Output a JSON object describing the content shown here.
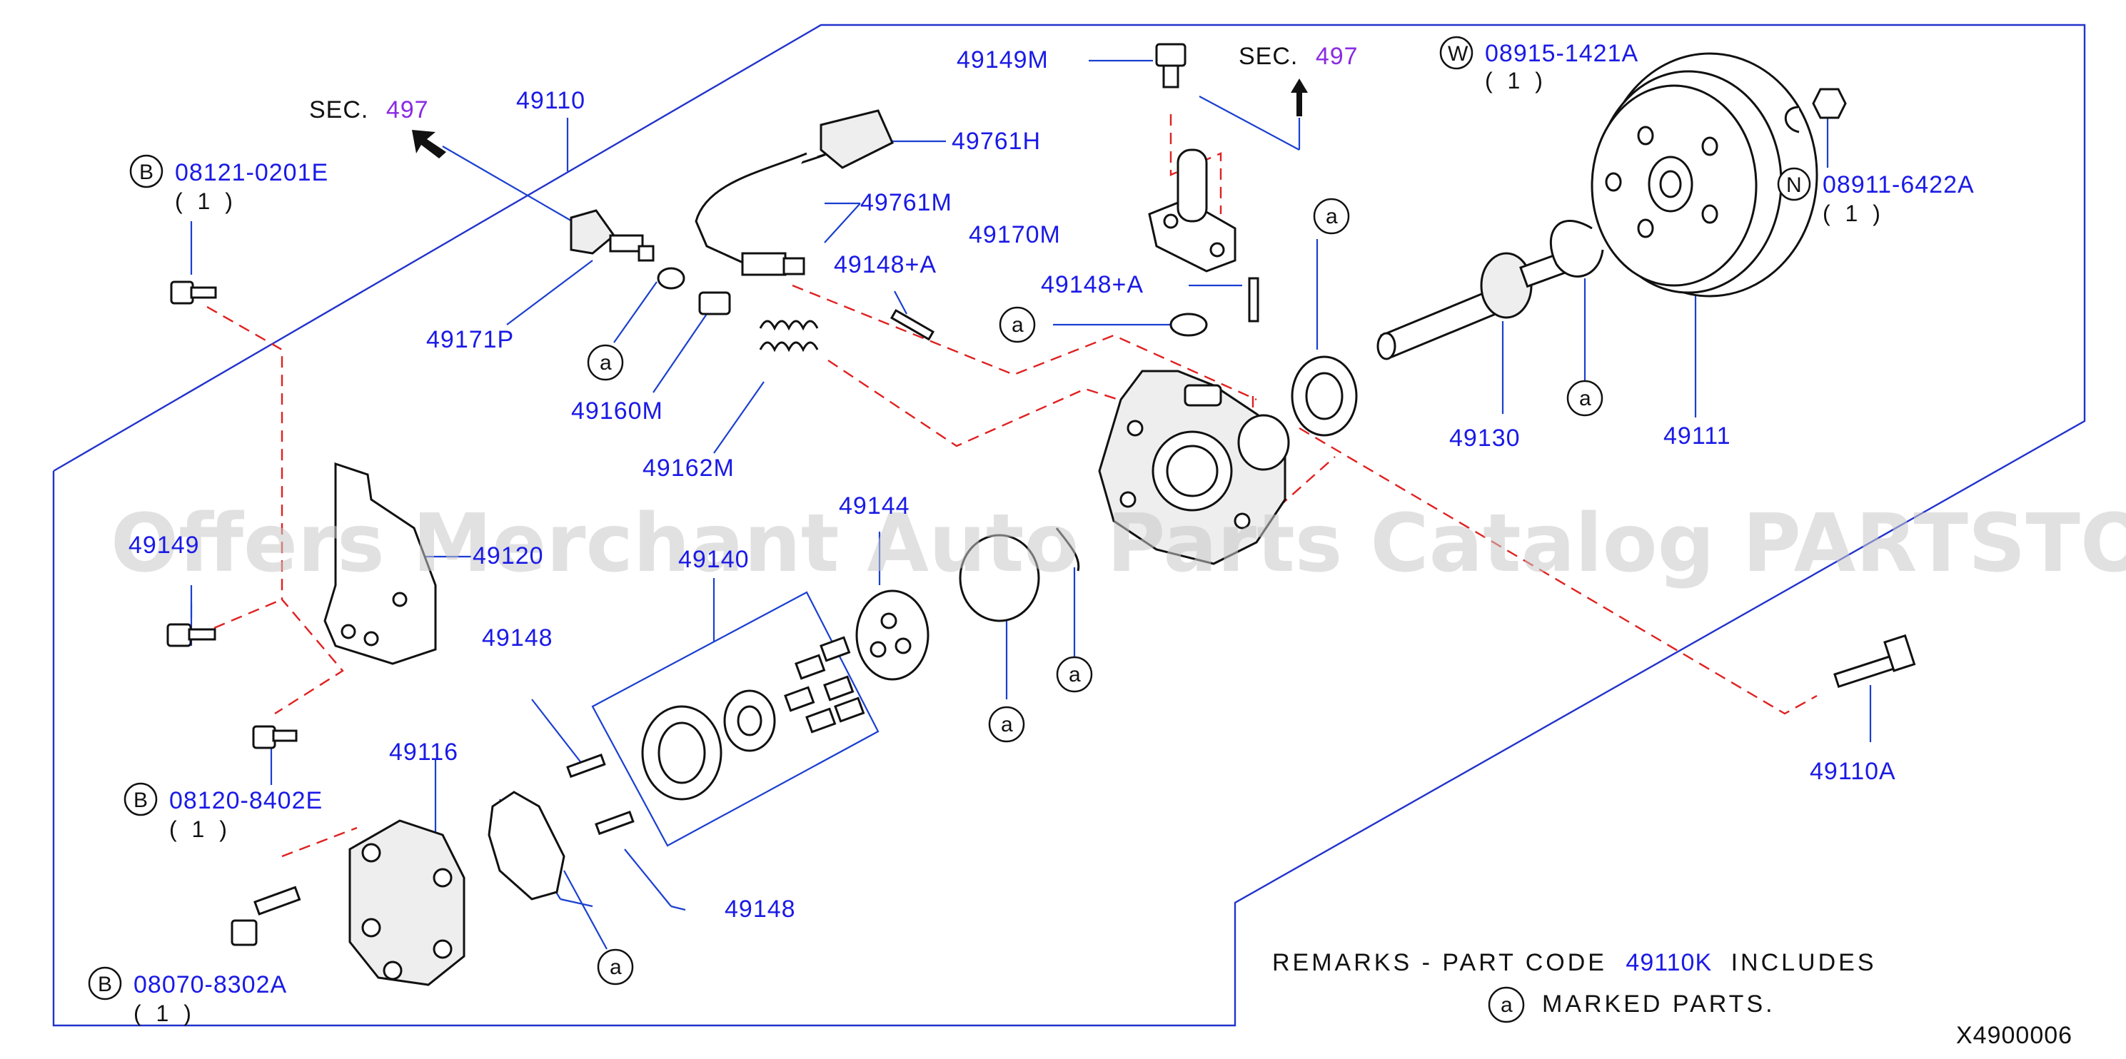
{
  "diagram_code": "X4900006",
  "watermark": "Offers Merchant Auto Parts Catalog PARTSTORE.SA",
  "sec_refs": [
    {
      "prefix": "SEC.",
      "number": "497"
    },
    {
      "prefix": "SEC.",
      "number": "497"
    }
  ],
  "parts": {
    "p49110": "49110",
    "p49110A": "49110A",
    "p49111": "49111",
    "p49116": "49116",
    "p49130": "49130",
    "p49140": "49140",
    "p49144": "49144",
    "p49148_top": "49148",
    "p49148_bottom": "49148",
    "p49148A_1": "49148+A",
    "p49148A_2": "49148+A",
    "p49149": "49149",
    "p49149M": "49149M",
    "p49160M": "49160M",
    "p49162M": "49162M",
    "p49170M": "49170M",
    "p49171P": "49171P",
    "p49761H": "49761H",
    "p49761M": "49761M",
    "p49120": "49120"
  },
  "std_parts": [
    {
      "prefix": "B",
      "number": "08121-0201E",
      "qty": "( 1 )"
    },
    {
      "prefix": "B",
      "number": "08120-8402E",
      "qty": "( 1 )"
    },
    {
      "prefix": "B",
      "number": "08070-8302A",
      "qty": "( 1 )"
    },
    {
      "prefix": "W",
      "number": "08915-1421A",
      "qty": "( 1 )"
    },
    {
      "prefix": "N",
      "number": "08911-6422A",
      "qty": "( 1 )"
    }
  ],
  "marker": "a",
  "remarks": {
    "line1_prefix": "REMARKS - PART CODE",
    "line1_code": "49110K",
    "line1_suffix": "INCLUDES",
    "line2_marker": "a",
    "line2_text": "MARKED PARTS."
  },
  "colors": {
    "label_blue": "#1a1ae6",
    "sec_purple": "#8a2be2",
    "dash_red": "#e02020",
    "frame_blue": "#2233cc"
  }
}
